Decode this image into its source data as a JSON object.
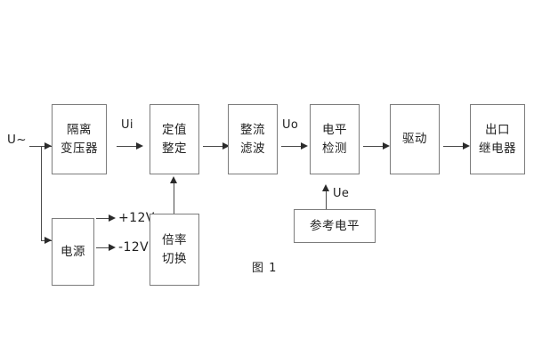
{
  "figure": {
    "caption": "图 1",
    "background_color": "#ffffff",
    "box_border_color": "#7c7c7c",
    "line_color": "#4a4a4a",
    "text_color": "#1f1f1f"
  },
  "blocks": [
    {
      "id": "isolation-transformer",
      "lines": [
        "隔离",
        "变压器"
      ]
    },
    {
      "id": "setting-value",
      "lines": [
        "定值",
        "整定"
      ]
    },
    {
      "id": "rectifier-filter",
      "lines": [
        "整流",
        "滤波"
      ]
    },
    {
      "id": "level-detection",
      "lines": [
        "电平",
        "检测"
      ]
    },
    {
      "id": "drive",
      "lines": [
        "驱动"
      ]
    },
    {
      "id": "output-relay",
      "lines": [
        "出口",
        "继电器"
      ]
    },
    {
      "id": "power-supply",
      "lines": [
        "电源"
      ]
    },
    {
      "id": "multiplier-switch",
      "lines": [
        "倍率",
        "切换"
      ]
    },
    {
      "id": "reference-level",
      "lines": [
        "参考电平"
      ]
    }
  ],
  "labels": {
    "input_source": "U~",
    "signal_ui": "Ui",
    "signal_uo": "Uo",
    "signal_ue": "Ue",
    "rail_positive": "+12V",
    "rail_negative": "-12V"
  }
}
